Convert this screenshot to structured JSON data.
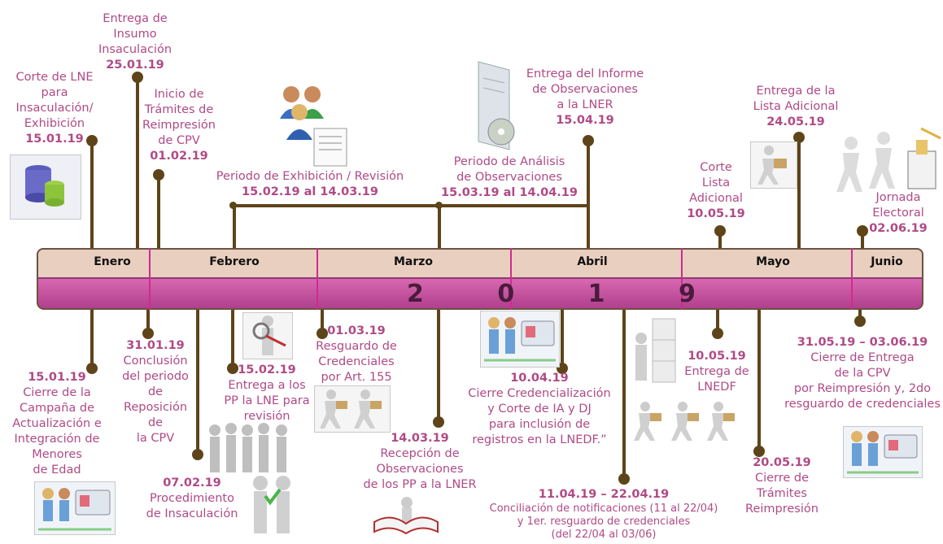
{
  "year": "2 0 1 9",
  "months": [
    "Enero",
    "Febrero",
    "Marzo",
    "Abril",
    "Mayo",
    "Junio"
  ],
  "top": {
    "e1": {
      "text": [
        "Corte de LNE",
        "para",
        "Insaculación/",
        "Exhibición"
      ],
      "date": "15.01.19"
    },
    "e2": {
      "text": [
        "Entrega de",
        "Insumo",
        "Insaculación"
      ],
      "date": "25.01.19"
    },
    "e3": {
      "text": [
        "Inicio de",
        "Trámites de",
        "Reimpresión",
        "de CPV"
      ],
      "date": "01.02.19"
    },
    "e4": {
      "text": [
        "Periodo de Exhibición / Revisión"
      ],
      "date": "15.02.19  al 14.03.19"
    },
    "e5": {
      "text": [
        "Periodo de Análisis",
        "de Observaciones"
      ],
      "date": "15.03.19 al 14.04.19"
    },
    "e6": {
      "text": [
        "Entrega del Informe",
        "de Observaciones",
        "a la LNER"
      ],
      "date": "15.04.19"
    },
    "e7": {
      "text": [
        "Corte",
        "Lista",
        "Adicional"
      ],
      "date": "10.05.19"
    },
    "e8": {
      "text": [
        "Entrega de la",
        "Lista Adicional"
      ],
      "date": "24.05.19"
    },
    "e9": {
      "text": [
        "Jornada",
        "Electoral"
      ],
      "date": "02.06.19"
    }
  },
  "bottom": {
    "b1": {
      "date": "15.01.19",
      "text": [
        "Cierre de la",
        "Campaña de",
        "Actualización e",
        "Integración de",
        "Menores",
        "de Edad"
      ]
    },
    "b2": {
      "date": "31.01.19",
      "text": [
        "Conclusión",
        "del periodo",
        "de",
        "Reposición",
        "de",
        "la CPV"
      ]
    },
    "b3": {
      "date": "07.02.19",
      "text": [
        "Procedimiento",
        "de Insaculación"
      ]
    },
    "b4": {
      "date": "15.02.19",
      "text": [
        "Entrega a los",
        "PP la LNE para",
        "revisión"
      ]
    },
    "b5": {
      "date": "01.03.19",
      "text": [
        "Resguardo de",
        "Credenciales",
        "por Art. 155"
      ]
    },
    "b6": {
      "date": "14.03.19",
      "text": [
        "Recepción de",
        "Observaciones",
        "de los PP a la LNER"
      ]
    },
    "b7": {
      "date": "10.04.19",
      "text": [
        "Cierre Credencialización",
        "y Corte de IA y DJ",
        "para inclusión de",
        "registros en la LNEDF.”"
      ]
    },
    "b8": {
      "date": "11.04.19 – 22.04.19",
      "text": [
        "Conciliación  de notificaciones  (11 al 22/04)",
        "y 1er. resguardo de credenciales",
        "(del 22/04 al 03/06)"
      ]
    },
    "b9": {
      "date": "10.05.19",
      "text": [
        "Entrega de",
        "LNEDF"
      ]
    },
    "b10": {
      "date": "20.05.19",
      "text": [
        "Cierre de",
        "Trámites",
        "Reimpresión"
      ]
    },
    "b11": {
      "date": "31.05.19 – 03.06.19",
      "text": [
        "Cierre de Entrega",
        "de la CPV",
        "por Reimpresión y, 2do",
        "resguardo de credenciales"
      ]
    }
  },
  "colors": {
    "label": "#b04a86",
    "stem": "#5e4419",
    "band_top": "#e9cfbf",
    "band_bottom": "#c44fa0",
    "separator": "#d12a8f"
  },
  "icons": [
    "database-icon",
    "people-document-icon",
    "folder-cd-icon",
    "runner-box-icon",
    "runners-ballot-icon",
    "voter-card-icon",
    "group-people-icon",
    "magnifier-person-icon",
    "runner-boxes-icon",
    "open-book-icon",
    "box-stack-icon"
  ]
}
